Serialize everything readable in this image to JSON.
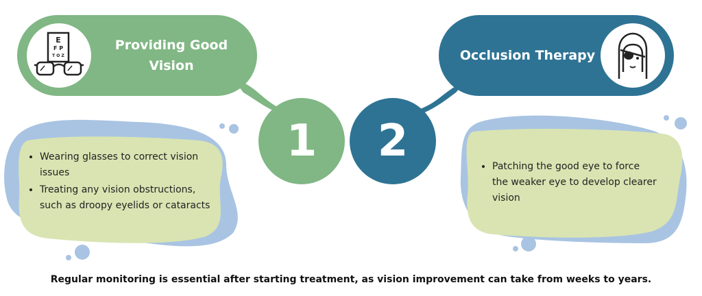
{
  "colors": {
    "green": "#80b784",
    "blue": "#2e7394",
    "light_blue_blob": "#a9c4e2",
    "yellow_card": "#d9e4b2"
  },
  "steps": [
    {
      "number": "1",
      "title": "Providing Good Vision",
      "icon": "eye-chart-glasses-icon",
      "items": [
        "Wearing glasses to correct vision issues",
        "Treating any vision obstructions, such as droopy eyelids or cataracts"
      ]
    },
    {
      "number": "2",
      "title": "Occlusion Therapy",
      "icon": "eye-patch-face-icon",
      "items": [
        "Patching the good eye to force the weaker eye to develop clearer vision"
      ]
    }
  ],
  "footer": "Regular monitoring is essential after starting treatment, as vision improvement can take from weeks to years."
}
